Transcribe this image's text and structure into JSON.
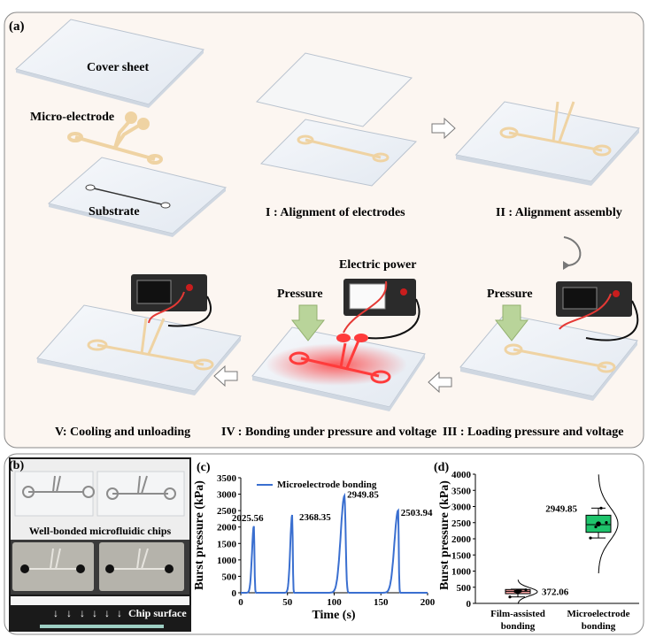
{
  "panel_a": {
    "label": "(a)",
    "cover_sheet": "Cover sheet",
    "micro_electrode": "Micro-electrode",
    "substrate": "Substrate",
    "step1": "I : Alignment of electrodes",
    "step2": "II : Alignment assembly",
    "step3": "III : Loading pressure and voltage",
    "step4": "IV : Bonding under pressure and voltage",
    "step5": "V: Cooling and unloading",
    "electric_power": "Electric power",
    "pressure": "Pressure",
    "colors": {
      "background": "#fcf6f1",
      "electrode": "#f3dcb4",
      "heated": "#ff3b3b",
      "pressure_arrow": "#b9d49a",
      "plate": "#eef2f7"
    }
  },
  "panel_b": {
    "label": "(b)",
    "caption_chips": "Well-bonded microfluidic chips",
    "caption_surface": "Chip surface"
  },
  "chart_data": [
    {
      "panel": "(c)",
      "type": "line",
      "xlabel": "Time (s)",
      "ylabel": "Burst pressure (kPa)",
      "xlim": [
        0,
        200
      ],
      "ylim": [
        0,
        3500
      ],
      "xticks": [
        "0",
        "50",
        "100",
        "150",
        "200"
      ],
      "yticks": [
        "0",
        "500",
        "1000",
        "1500",
        "2000",
        "2500",
        "3000",
        "3500"
      ],
      "legend": "top-left",
      "series": [
        {
          "name": "Microelectrode bonding",
          "color": "#3a6fd0",
          "peaks": [
            {
              "x": 14,
              "y": 2025.56,
              "label": "2025.56"
            },
            {
              "x": 55,
              "y": 2368.35,
              "label": "2368.35"
            },
            {
              "x": 111,
              "y": 2949.85,
              "label": "2949.85"
            },
            {
              "x": 168.5,
              "y": 2503.94,
              "label": "2503.94"
            }
          ]
        }
      ]
    },
    {
      "panel": "(d)",
      "type": "box",
      "ylabel": "Burst pressure (kPa)",
      "ylim": [
        0,
        4000
      ],
      "yticks": [
        "0",
        "500",
        "1000",
        "1500",
        "2000",
        "2500",
        "3000",
        "3500",
        "4000"
      ],
      "categories": [
        {
          "name_line1": "Film-assisted",
          "name_line2": "bonding",
          "color": "#f4a0a0",
          "q1": 300,
          "median": 372,
          "q3": 430,
          "min": 200,
          "max": 440,
          "mean": 360,
          "points": [
            200,
            372.06,
            380,
            420
          ],
          "annotation": "372.06"
        },
        {
          "name_line1": "Microelectrode",
          "name_line2": "bonding",
          "color": "#1fc46c",
          "q1": 2200,
          "median": 2440,
          "q3": 2730,
          "min": 2025.56,
          "max": 2949.85,
          "mean": 2461.9,
          "points": [
            2025.56,
            2368.35,
            2949.85,
            2503.94
          ],
          "annotation": "2949.85"
        }
      ]
    }
  ]
}
